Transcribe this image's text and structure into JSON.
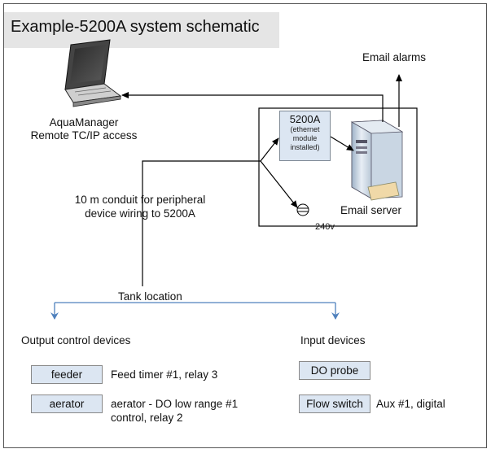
{
  "title": "Example-5200A system schematic",
  "email_alarms": "Email alarms",
  "laptop": {
    "line1": "AquaManager",
    "line2": "Remote TC/IP access"
  },
  "module": {
    "title": "5200A",
    "sub1": "(ethernet",
    "sub2": "module",
    "sub3": "installed)"
  },
  "server_label": "Email server",
  "power_label": "240v",
  "conduit": {
    "line1": "10 m conduit for peripheral",
    "line2": "device  wiring to 5200A"
  },
  "tank_location": "Tank location",
  "output_heading": "Output control devices",
  "input_heading": "Input devices",
  "outputs": [
    {
      "device": "feeder",
      "desc1": "Feed timer #1, relay 3",
      "desc2": ""
    },
    {
      "device": "aerator",
      "desc1": "aerator - DO low range #1",
      "desc2": "control, relay 2"
    }
  ],
  "inputs": [
    {
      "device": "DO probe",
      "desc": ""
    },
    {
      "device": "Flow switch",
      "desc": "Aux #1, digital"
    }
  ],
  "colors": {
    "title_bg": "#e5e5e5",
    "box_fill": "#dce6f2",
    "branch_line": "#4f81bd",
    "wire": "#000000"
  }
}
